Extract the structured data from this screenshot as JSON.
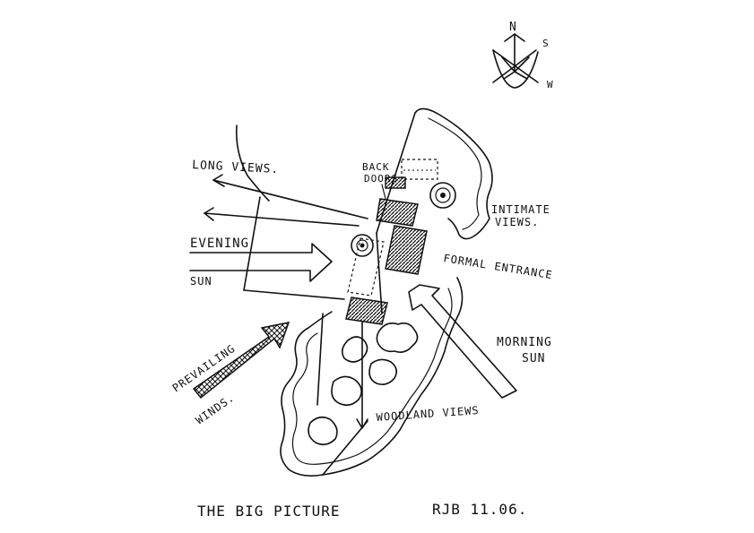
{
  "title": "THE BIG PICTURE",
  "signature": "RJB 11.06.",
  "compass": {
    "n": "N",
    "s": "S",
    "w": "W"
  },
  "labels": {
    "long_views": "LONG VIEWS.",
    "back_doors": [
      "BACK",
      "DOORS"
    ],
    "intimate_views": [
      "INTIMATE",
      "VIEWS."
    ],
    "evening": "EVENING",
    "sun": "SUN",
    "formal_entrance": "FORMAL ENTRANCE",
    "morning_sun": [
      "MORNING",
      "SUN"
    ],
    "prevailing": "PREVAILING",
    "winds": "WINDS.",
    "woodland_views": "WOODLAND VIEWS"
  }
}
